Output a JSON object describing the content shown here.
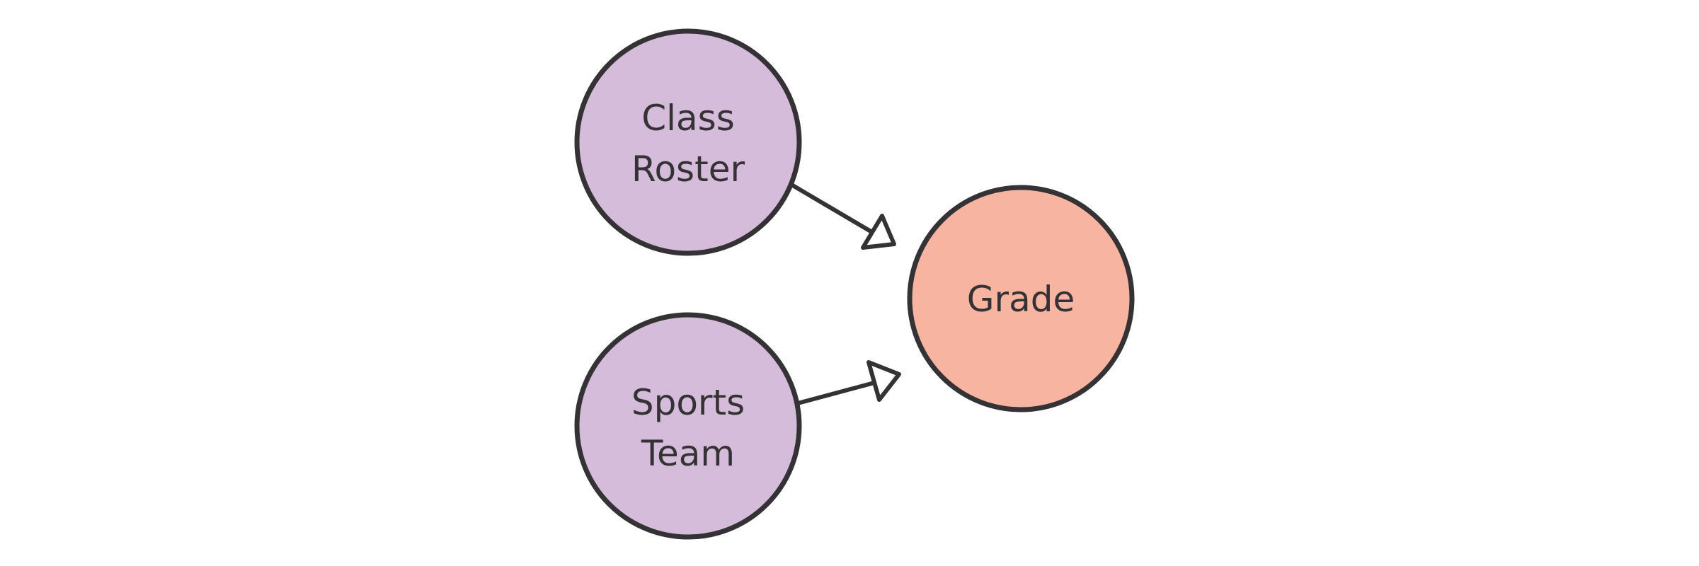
{
  "diagram": {
    "nodes": [
      {
        "id": "class-roster",
        "lines": [
          "Class",
          "Roster"
        ],
        "fill": "#D5BCDA"
      },
      {
        "id": "sports-team",
        "lines": [
          "Sports",
          "Team"
        ],
        "fill": "#D5BCDA"
      },
      {
        "id": "grade",
        "lines": [
          "Grade"
        ],
        "fill": "#F7B4A0"
      }
    ],
    "edges": [
      {
        "from": "class-roster",
        "to": "grade"
      },
      {
        "from": "sports-team",
        "to": "grade"
      }
    ],
    "colors": {
      "outline": "#353235",
      "arrowhead_fill": "#FFFFFF",
      "background": "#FFFFFF"
    }
  }
}
